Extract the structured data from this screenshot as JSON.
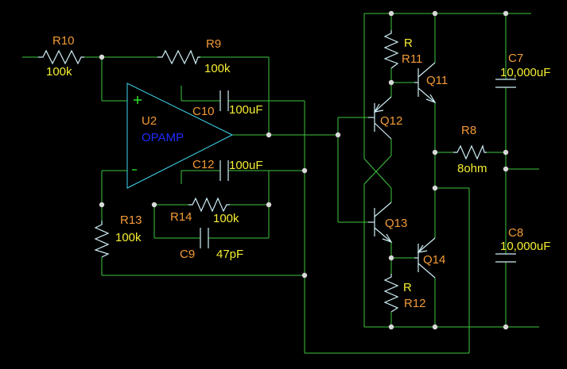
{
  "colors": {
    "background": "#000000",
    "wire": "#3ec63e",
    "component": "#cfeff7",
    "opamp_outline": "#40d8f0",
    "junction": "#d8d8d8",
    "refdes": "#f29a37",
    "value": "#f6ee32",
    "model": "#1f2bff"
  },
  "components": {
    "r10": {
      "ref": "R10",
      "value": "100k"
    },
    "r9": {
      "ref": "R9",
      "value": "100k"
    },
    "u2": {
      "ref": "U2",
      "model": "OPAMP",
      "plus": "+",
      "minus": "-"
    },
    "c10": {
      "ref": "C10",
      "value": "100uF"
    },
    "c12": {
      "ref": "C12",
      "value": "100uF"
    },
    "r13": {
      "ref": "R13",
      "value": "100k"
    },
    "r14": {
      "ref": "R14",
      "value": "100k"
    },
    "c9": {
      "ref": "C9",
      "value": "47pF"
    },
    "r11": {
      "ref": "R11",
      "value": "R"
    },
    "r12": {
      "ref": "R12",
      "value": "R"
    },
    "q11": {
      "ref": "Q11"
    },
    "q12": {
      "ref": "Q12"
    },
    "q13": {
      "ref": "Q13"
    },
    "q14": {
      "ref": "Q14"
    },
    "r8": {
      "ref": "R8",
      "value": "8ohm"
    },
    "c7": {
      "ref": "C7",
      "value": "10,000uF"
    },
    "c8": {
      "ref": "C8",
      "value": "10,000uF"
    }
  }
}
